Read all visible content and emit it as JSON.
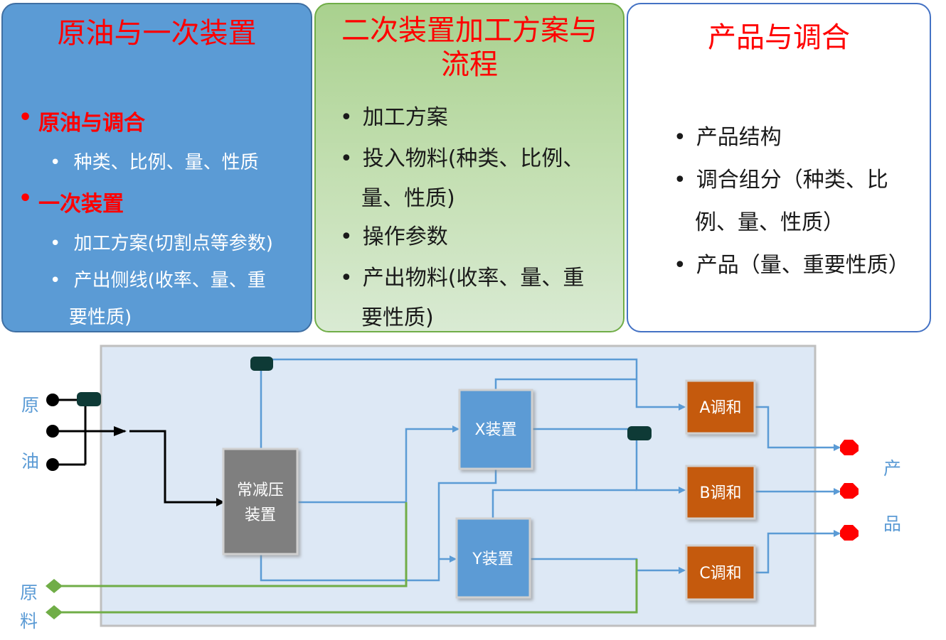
{
  "panel1": {
    "title": "原油与一次装置",
    "h1": "原油与调合",
    "h1_sub": "种类、比例、量、性质",
    "h2": "一次装置",
    "h2_sub1": "加工方案(切割点等参数)",
    "h2_sub2_line1": "产出侧线(收率、量、重",
    "h2_sub2_line2": "要性质)"
  },
  "panel2": {
    "title_line1": "二次装置加工方案与",
    "title_line2": "流程",
    "item1": "加工方案",
    "item2_line1": "投入物料(种类、比例、",
    "item2_line2": "量、性质)",
    "item3": "操作参数",
    "item4_line1": "产出物料(收率、量、重",
    "item4_line2": "要性质)"
  },
  "panel3": {
    "title": "产品与调合",
    "item1": "产品结构",
    "item2_line1": "调合组分（种类、比",
    "item2_line2": "例、量、性质）",
    "item3": "产品（量、重要性质）"
  },
  "diagram": {
    "left_label_top1": "原",
    "left_label_top2": "油",
    "left_label_bottom1": "原",
    "left_label_bottom2": "料",
    "right_label1": "产",
    "right_label2": "品",
    "unit_main_line1": "常减压",
    "unit_main_line2": "装置",
    "unit_x": "X装置",
    "unit_y": "Y装置",
    "blend_a": "A调和",
    "blend_b": "B调和",
    "blend_c": "C调和"
  },
  "colors": {
    "panel1_bg": "#5b9bd5",
    "panel2_bg": "#a9d18e",
    "title_red": "#ff0000",
    "unit_blue": "#5b9bd5",
    "unit_gray": "#7f7f7f",
    "blend_orange": "#c55a11",
    "flow_blue": "#5b9bd5",
    "feed_green": "#70ad47",
    "product_red": "#ff0000",
    "tank_dark": "#0e3a36"
  }
}
